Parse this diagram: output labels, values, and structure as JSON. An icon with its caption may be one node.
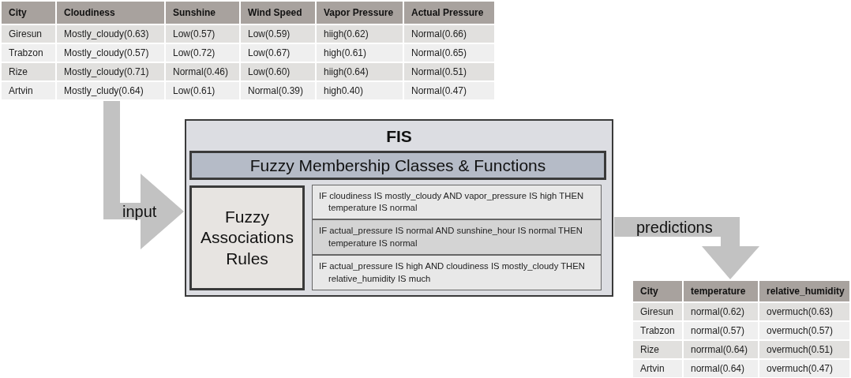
{
  "diagram": {
    "nodes": [
      {
        "text": [
          "City",
          "Cloudiness",
          "Sunshine",
          "Wind Speed",
          "Vapor Pressure",
          "Actual Pressure",
          "Giresun",
          "Mostly_cloudy(0.63)",
          "Low(0.57)",
          "Low(0.59)",
          "hiigh(0.62)",
          "Normal(0.66)",
          "Trabzon",
          "Mostly_cloudy(0.57)",
          "Low(0.72)",
          "Low(0.67)",
          "high(0.61)",
          "Normal(0.65)",
          "Rize",
          "Mostly_cloudy(0.71)",
          "Normal(0.46)",
          "Low(0.60)",
          "hiigh(0.64)",
          "Normal(0.51)",
          "Artvin",
          "Mostly_cludy(0.64)",
          "Low(0.61)",
          "Normal(0.39)",
          "high0.40)",
          "Normal(0.47)"
        ]
      },
      {
        "text": [
          "FIS"
        ]
      },
      {
        "text": [
          "Fuzzy Membership Classes & Functions"
        ],
        "in": 1
      },
      {
        "text": [
          "Fuzzy Associations Rules"
        ],
        "in": 1
      },
      {
        "text": [
          "IF cloudiness IS mostly_cloudy AND vapor_pressure IS high THEN temperature IS normal"
        ],
        "in": 1
      },
      {
        "text": [
          "IF actual_pressure IS normal AND sunshine_hour IS normal THEN temperature IS normal"
        ],
        "in": 1
      },
      {
        "text": [
          "IF actual_pressure IS high AND cloudiness IS mostly_cloudy THEN relative_humidity IS much"
        ],
        "in": 1
      },
      {
        "text": [
          "City",
          "temperature",
          "relative_humidity",
          "Giresun",
          "normal(0.62)",
          "overmuch(0.63)",
          "Trabzon",
          "normal(0.57)",
          "overmuch(0.57)",
          "Rize",
          "norrmal(0.64)",
          "overmuch(0.51)",
          "Artvin",
          "normal(0.64)",
          "overmuch(0.47)"
        ]
      }
    ],
    "edges": [
      {
        "from": 0,
        "to": 1,
        "arrow": "to",
        "label": "input",
        "style": "thick"
      },
      {
        "from": 1,
        "to": 7,
        "arrow": "to",
        "label": "predictions",
        "style": "thick"
      }
    ]
  }
}
